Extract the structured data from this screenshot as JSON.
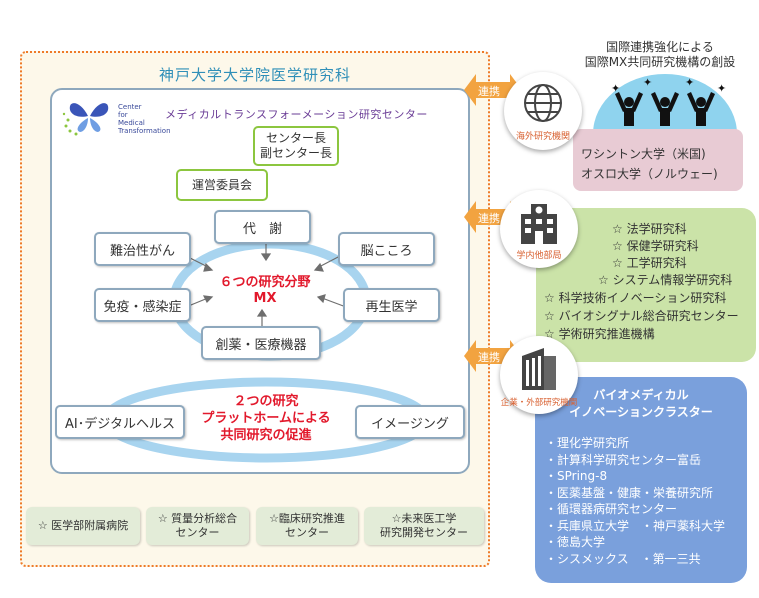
{
  "faculty_title": "神戸大学大学院医学研究科",
  "center": {
    "logo_text": [
      "Center",
      "for",
      "Medical",
      "Transformation"
    ],
    "name": "メディカルトランスフォーメーション研究センター",
    "director": [
      "センター長",
      "副センター長"
    ],
    "committee": "運営委員会"
  },
  "fields": {
    "metabolism": "代　謝",
    "intractable_cancer": "難治性がん",
    "brain_mind": "脳こころ",
    "immunity": "免疫・感染症",
    "regenerative": "再生医学",
    "drug_device": "創薬・医療機器"
  },
  "fields_center": [
    "６つの研究分野",
    "MX"
  ],
  "platforms": {
    "ai": "AI･デジタルヘルス",
    "imaging": "イメージング",
    "center_text": [
      "２つの研究",
      "プラットホームによる",
      "共同研究の促進"
    ]
  },
  "bottom_boxes": [
    [
      "☆ 医学部附属病院"
    ],
    [
      "☆ 質量分析総合",
      "センター"
    ],
    [
      "☆臨床研究推進",
      "センター"
    ],
    [
      "☆未来医工学",
      "研究開発センター"
    ]
  ],
  "link_label": "連携",
  "international": {
    "title": [
      "国際連携強化による",
      "国際MX共同研究機構の創設"
    ],
    "icon_label": "海外研究機関",
    "items": [
      "ワシントン大学（米国)",
      "オスロ大学（ノルウェー)"
    ]
  },
  "internal": {
    "icon_label": "学内他部局",
    "items": [
      "☆ 法学研究科",
      "☆ 保健学研究科",
      "☆ 工学研究科",
      "☆ システム情報学研究科",
      "☆ 科学技術イノベーション研究科",
      "☆ バイオシグナル総合研究センター",
      "☆ 学術研究推進機構"
    ]
  },
  "external": {
    "icon_label": "企業・外部研究機関",
    "title": [
      "バイオメディカル",
      "イノベーションクラスター"
    ],
    "items": [
      "・理化学研究所",
      "・計算科学研究センター富岳",
      "・SPring-8",
      "・医薬基盤・健康・栄養研究所",
      "・循環器病研究センター",
      "・兵庫県立大学　・神戸薬科大学",
      "・徳島大学",
      "・シスメックス　・第一三共"
    ]
  },
  "colors": {
    "orange": "#ee7a28",
    "teal_title": "#2f8fb8",
    "red": "#e2192c",
    "green_border": "#8cc63f",
    "blue_ring": "#a8d4ef"
  }
}
